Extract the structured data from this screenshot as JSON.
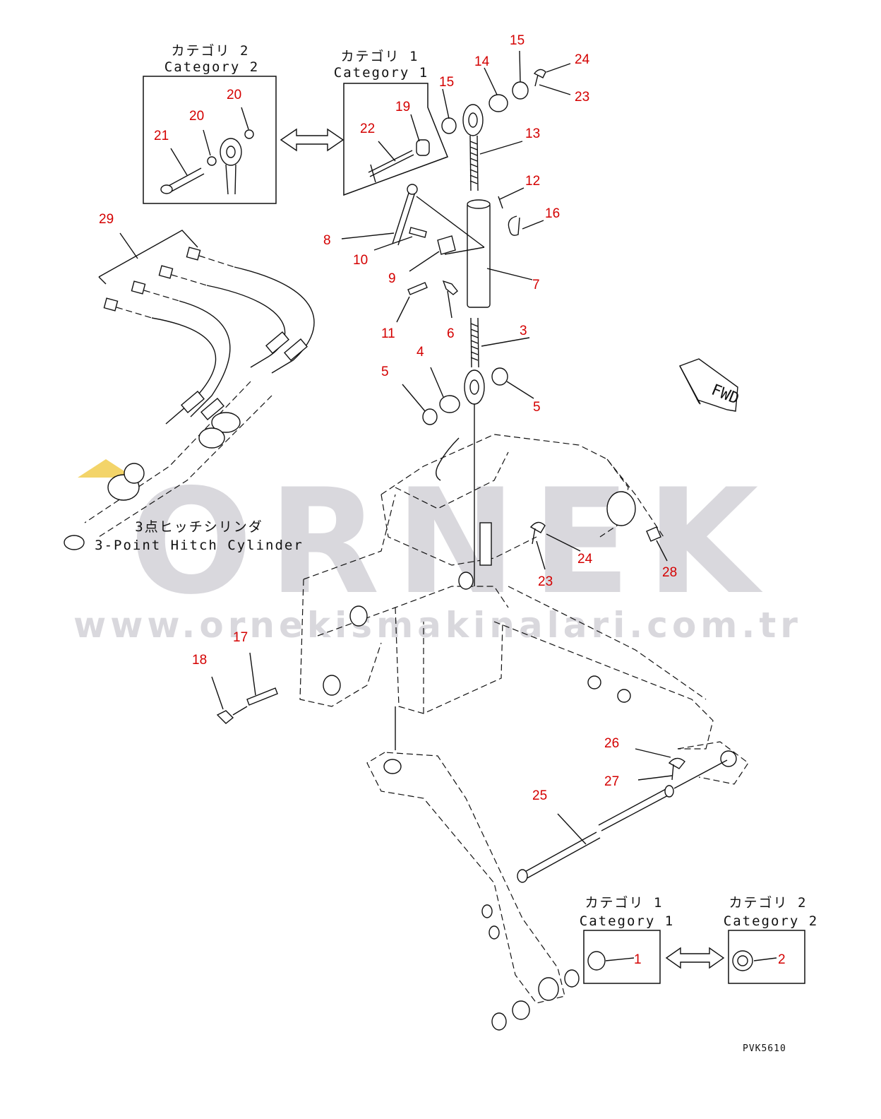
{
  "watermark": {
    "brand": "ORNEK",
    "url": "www.ornekismakinalari.com.tr"
  },
  "insets": {
    "top_cat2": {
      "jp": "カテゴリ 2",
      "en": "Category 2"
    },
    "top_cat1": {
      "jp": "カテゴリ 1",
      "en": "Category 1"
    },
    "bottom_cat1": {
      "jp": "カテゴリ 1",
      "en": "Category 1"
    },
    "bottom_cat2": {
      "jp": "カテゴリ 2",
      "en": "Category 2"
    }
  },
  "cylinder_label": {
    "jp": "3点ヒッチシリンダ",
    "en": "3-Point Hitch Cylinder"
  },
  "fwd_label": "FWD",
  "drawing_code": "PVK5610",
  "callouts": {
    "c1": "1",
    "c2": "2",
    "c3": "3",
    "c4": "4",
    "c5a": "5",
    "c5b": "5",
    "c6": "6",
    "c7": "7",
    "c8": "8",
    "c9": "9",
    "c10": "10",
    "c11": "11",
    "c12": "12",
    "c13": "13",
    "c14": "14",
    "c15a": "15",
    "c15b": "15",
    "c16": "16",
    "c17": "17",
    "c18": "18",
    "c19": "19",
    "c20a": "20",
    "c20b": "20",
    "c21": "21",
    "c22": "22",
    "c23a": "23",
    "c23b": "23",
    "c24a": "24",
    "c24b": "24",
    "c25": "25",
    "c26": "26",
    "c27": "27",
    "c28": "28",
    "c29": "29"
  },
  "colors": {
    "callout": "#d40000",
    "line": "#111111",
    "watermark": "#d9d8dd",
    "watermark_accent": "#f3d469"
  }
}
